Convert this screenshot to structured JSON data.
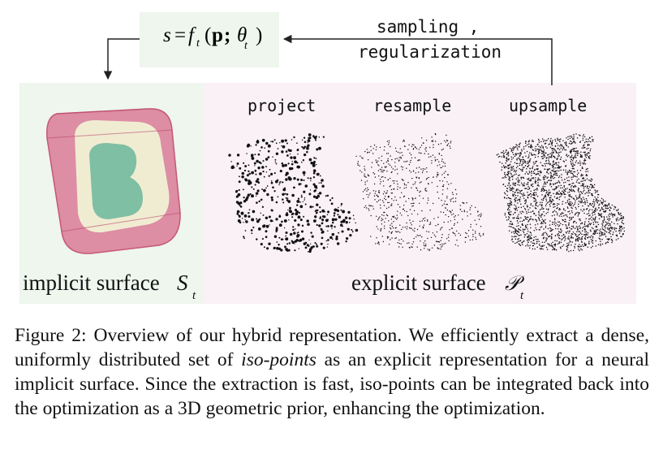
{
  "figure": {
    "formula": {
      "lhs": "s",
      "eq": "=",
      "f": "f",
      "f_sub": "t",
      "open": "(",
      "p": "p",
      "semi": ";",
      "theta": "θ",
      "theta_sub": "t",
      "close": ")"
    },
    "loop_label_line1": "sampling ,",
    "loop_label_line2": "regularization",
    "steps": [
      "project",
      "resample",
      "upsample"
    ],
    "implicit_label": "implicit surface",
    "implicit_symbol": "S",
    "implicit_sub": "t",
    "explicit_label": "explicit surface",
    "explicit_symbol": "𝒫",
    "explicit_sub": "t",
    "colors": {
      "implicit_bg": "#eef6ee",
      "explicit_bg": "#f9f1f6",
      "formula_bg": "#eef6ee",
      "mesh_pink": "#d9708f",
      "mesh_cream": "#f0ecd2",
      "mesh_teal": "#7fbfa4",
      "points": "#111111"
    }
  },
  "caption": {
    "prefix": "Figure 2: Overview of our hybrid representation. We efficiently extract a dense, uniformly distributed set of ",
    "emph": "iso-points",
    "suffix": " as an explicit representation for a neural implicit surface. Since the extraction is fast, iso-points can be integrated back into the optimization as a 3D geometric prior, enhancing the optimization."
  }
}
